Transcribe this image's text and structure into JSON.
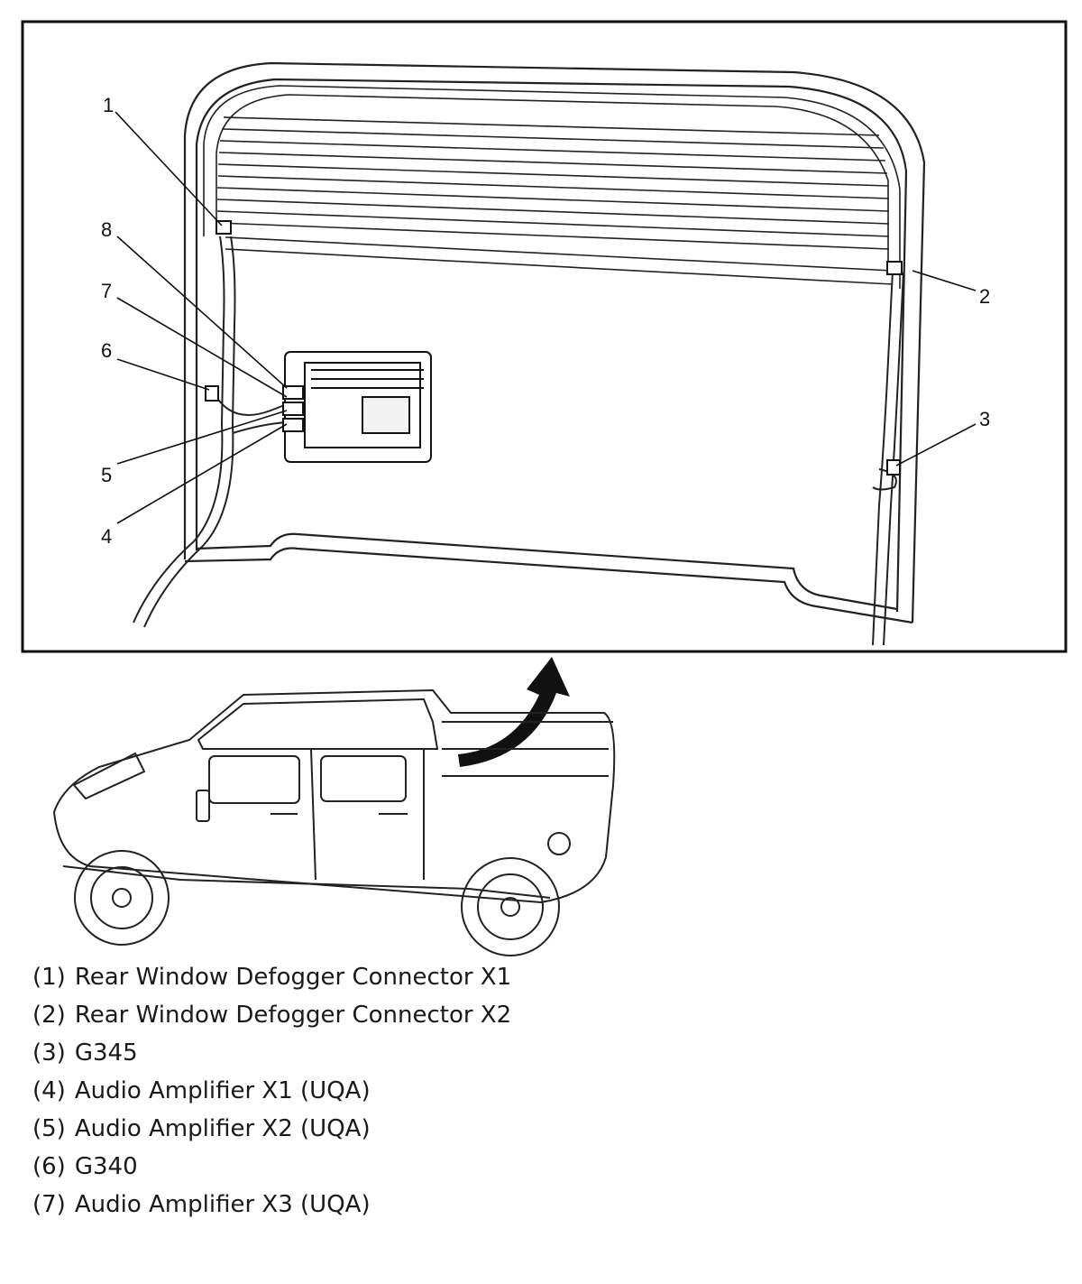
{
  "callouts": [
    "1",
    "2",
    "3",
    "4",
    "5",
    "6",
    "7",
    "8"
  ],
  "legend": [
    {
      "num": "(1)",
      "label": "Rear Window Defogger Connector X1"
    },
    {
      "num": "(2)",
      "label": "Rear Window Defogger Connector X2"
    },
    {
      "num": "(3)",
      "label": "G345"
    },
    {
      "num": "(4)",
      "label": "Audio Amplifier X1 (UQA)"
    },
    {
      "num": "(5)",
      "label": "Audio Amplifier X2 (UQA)"
    },
    {
      "num": "(6)",
      "label": "G340"
    },
    {
      "num": "(7)",
      "label": "Audio Amplifier X3 (UQA)"
    }
  ]
}
